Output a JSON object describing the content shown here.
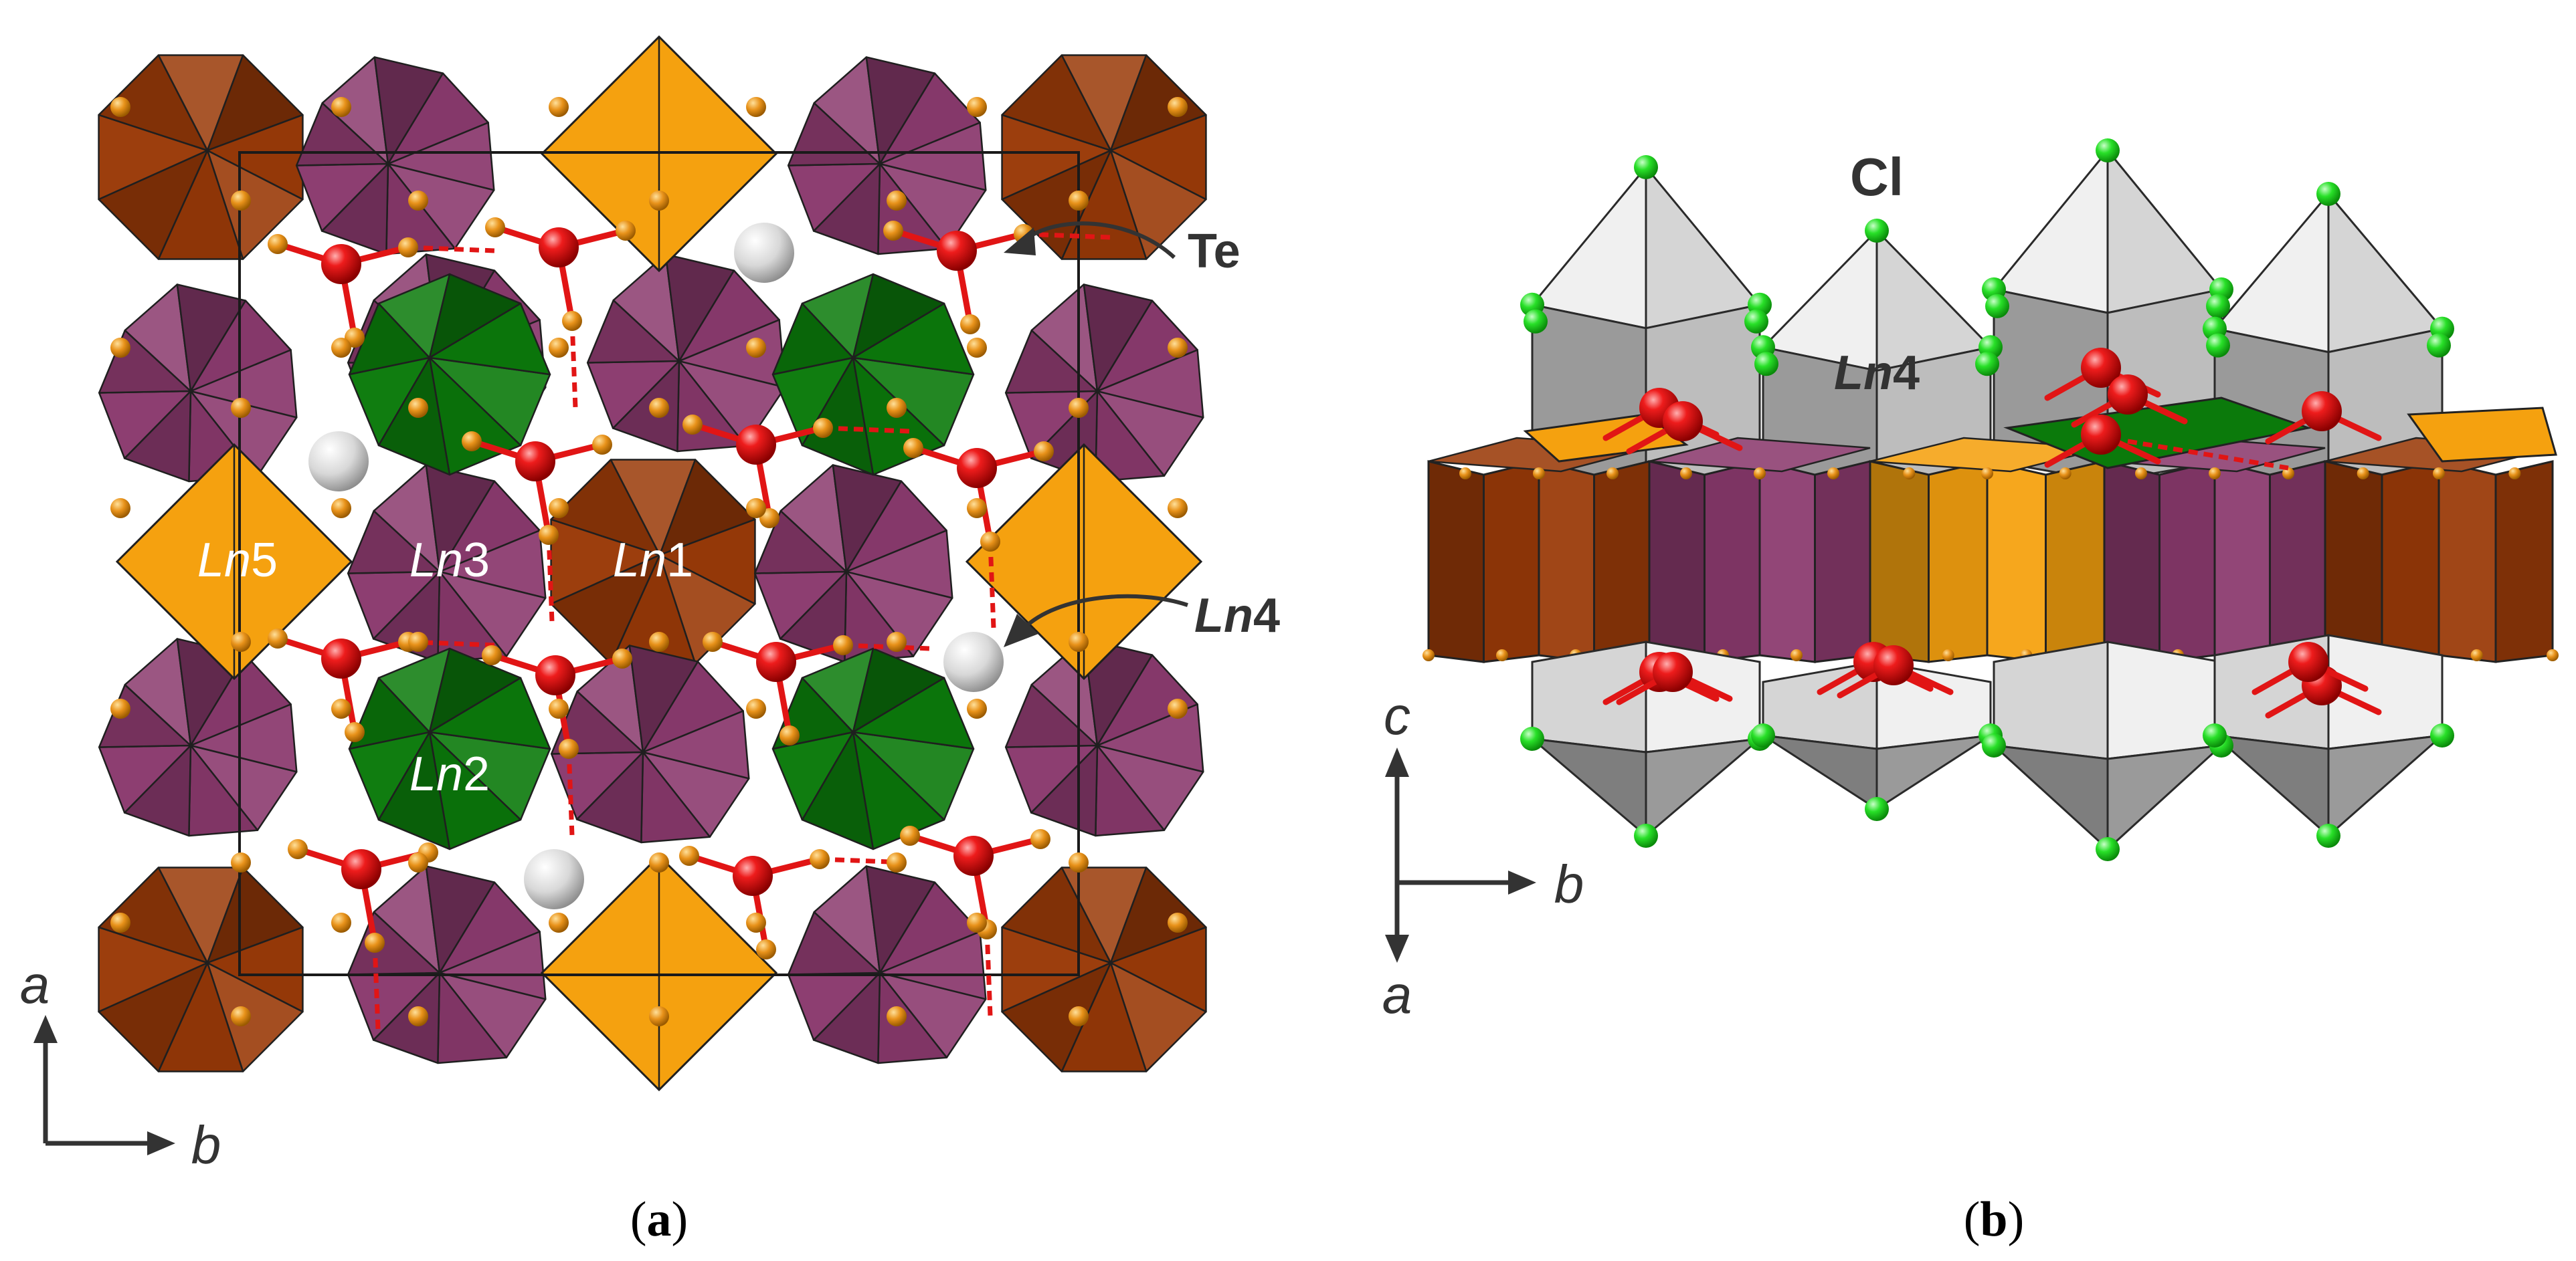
{
  "panel_a": {
    "caption_open": "(",
    "caption_letter": "a",
    "caption_close": ")",
    "labels": {
      "ln1": {
        "prefix": "Ln",
        "num": "1"
      },
      "ln2": {
        "prefix": "Ln",
        "num": "2"
      },
      "ln3": {
        "prefix": "Ln",
        "num": "3"
      },
      "ln4": {
        "prefix": "Ln",
        "num": "4"
      },
      "ln5": {
        "prefix": "Ln",
        "num": "5"
      },
      "te": "Te"
    },
    "axes": {
      "vertical": "a",
      "horizontal": "b"
    }
  },
  "panel_b": {
    "caption_open": "(",
    "caption_letter": "b",
    "caption_close": ")",
    "labels": {
      "cl": "Cl",
      "ln4": {
        "prefix": "Ln",
        "num": "4"
      }
    },
    "axes": {
      "up": "c",
      "right": "b",
      "down": "a"
    }
  },
  "colors": {
    "ln1": "#9a3a08",
    "ln2": "#0b7a0b",
    "ln3": "#8b3a6e",
    "ln5": "#f5a10f",
    "ln4_grey": "#b9b9b9",
    "oxygen": "#e08a10",
    "tellurium": "#e11515",
    "chlorine": "#22dd22",
    "ln4_atom": "#d9d9d9"
  }
}
